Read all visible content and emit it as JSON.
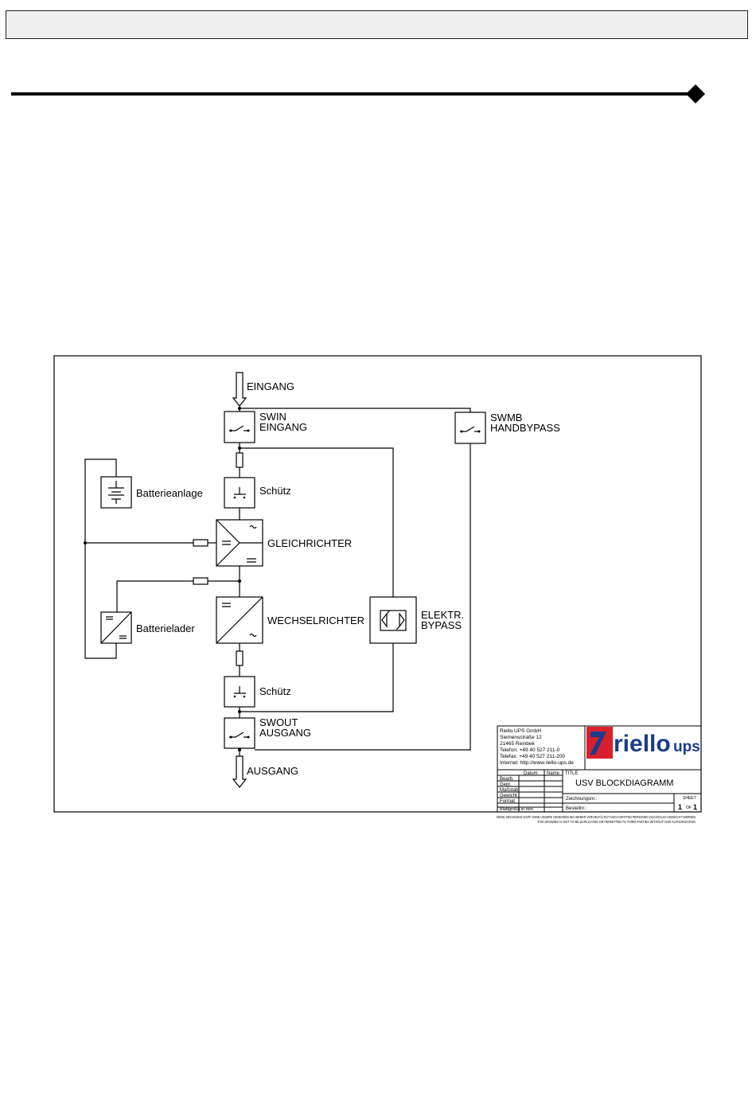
{
  "labels": {
    "eingang": "EINGANG",
    "swin_1": "SWIN",
    "swin_2": "EINGANG",
    "swmb_1": "SWMB",
    "swmb_2": "HANDBYPASS",
    "batterieanlage": "Batterieanlage",
    "schuetz_top": "Schütz",
    "gleichrichter": "GLEICHRICHTER",
    "batterielader": "Batterielader",
    "wechselrichter": "WECHSELRICHTER",
    "elektr_1": "ELEKTR.",
    "elektr_2": "BYPASS",
    "schuetz_bottom": "Schütz",
    "swout_1": "SWOUT",
    "swout_2": "AUSGANG",
    "ausgang": "AUSGANG"
  },
  "title_block": {
    "company": [
      "Riello UPS GmbH",
      "Siemensstraße 12",
      "21465 Reinbek",
      "Telefon: +49 40 527 211-0",
      "Telefax: +49 40 527 211-200",
      "Internet: http://www.riello-ups.de"
    ],
    "logo_text": "riello",
    "logo_suffix": "ups",
    "col_datum": "Datum",
    "col_name": "Name",
    "rows": [
      "Bearb.",
      "Gepr.",
      "Maßstab",
      "Gewicht",
      "Format",
      "Blattgröße in mm"
    ],
    "title_label": "TITLE",
    "title": "USV BLOCKDIAGRAMM",
    "zeichnungsnr": "Zeichnungsnr.:",
    "bestellnr": "Bestellnr.:",
    "sheet_label": "SHEET",
    "sheet_no": "1",
    "sheet_of": "OF",
    "sheet_total": "1",
    "notice_1": "DIESE ZEICHNUNG DARF OHNE UNSERE GENEHMIGUNG WEDER VERVIELFÄLTIGT NOCH DRITTEN PERSONEN ZUGÄNGLICH GEMACHT WERDEN",
    "notice_2": "THIS DRAWING IS NOT TO BE DUPLICATED OR PERMITTED TO THIRD PARTIES WITHOUT OUR AUTHORIZATION"
  },
  "colors": {
    "logo_red": "#d7202b",
    "logo_blue": "#1a3c8e",
    "header_bg": "#efefef"
  }
}
